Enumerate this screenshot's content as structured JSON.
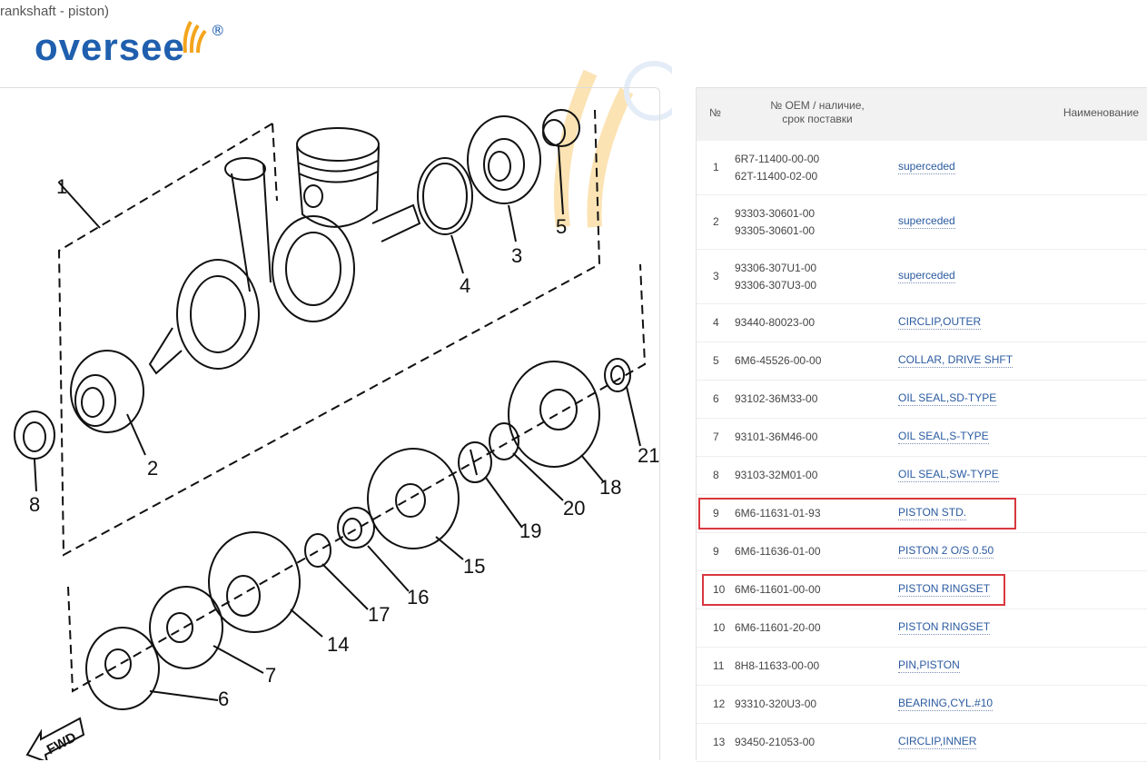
{
  "breadcrumb": "rankshaft - piston)",
  "logo": {
    "text": "oversee",
    "reg": "®"
  },
  "table": {
    "headers": {
      "no": "№",
      "oem": "№ OEM / наличие, срок поставки",
      "name": "Наименование"
    },
    "rows": [
      {
        "no": "1",
        "oem": [
          "6R7-11400-00-00",
          "62T-11400-02-00"
        ],
        "name": "superceded",
        "highlight": false
      },
      {
        "no": "2",
        "oem": [
          "93303-30601-00",
          "93305-30601-00"
        ],
        "name": "superceded",
        "highlight": false
      },
      {
        "no": "3",
        "oem": [
          "93306-307U1-00",
          "93306-307U3-00"
        ],
        "name": "superceded",
        "highlight": false
      },
      {
        "no": "4",
        "oem": [
          "93440-80023-00"
        ],
        "name": "CIRCLIP,OUTER",
        "highlight": false
      },
      {
        "no": "5",
        "oem": [
          "6M6-45526-00-00"
        ],
        "name": "COLLAR, DRIVE SHFT",
        "highlight": false
      },
      {
        "no": "6",
        "oem": [
          "93102-36M33-00"
        ],
        "name": "OIL SEAL,SD-TYPE",
        "highlight": false
      },
      {
        "no": "7",
        "oem": [
          "93101-36M46-00"
        ],
        "name": "OIL SEAL,S-TYPE",
        "highlight": false
      },
      {
        "no": "8",
        "oem": [
          "93103-32M01-00"
        ],
        "name": "OIL SEAL,SW-TYPE",
        "highlight": false
      },
      {
        "no": "9",
        "oem": [
          "6M6-11631-01-93"
        ],
        "name": "PISTON STD.",
        "highlight": true
      },
      {
        "no": "9",
        "oem": [
          "6M6-11636-01-00"
        ],
        "name": "PISTON 2 O/S 0.50",
        "highlight": false
      },
      {
        "no": "10",
        "oem": [
          "6M6-11601-00-00"
        ],
        "name": "PISTON RINGSET",
        "highlight": true
      },
      {
        "no": "10",
        "oem": [
          "6M6-11601-20-00"
        ],
        "name": "PISTON RINGSET",
        "highlight": false
      },
      {
        "no": "11",
        "oem": [
          "8H8-11633-00-00"
        ],
        "name": "PIN,PISTON",
        "highlight": false
      },
      {
        "no": "12",
        "oem": [
          "93310-320U3-00"
        ],
        "name": "BEARING,CYL.#10",
        "highlight": false
      },
      {
        "no": "13",
        "oem": [
          "93450-21053-00"
        ],
        "name": "CIRCLIP,INNER",
        "highlight": false
      }
    ]
  },
  "diagram": {
    "callouts": [
      "1",
      "2",
      "3",
      "4",
      "5",
      "6",
      "7",
      "8",
      "14",
      "15",
      "16",
      "17",
      "18",
      "19",
      "20",
      "21"
    ],
    "fwd_label": "FWD"
  },
  "colors": {
    "brand": "#1f5fae",
    "highlight": "#d9373e",
    "link": "#2a5aa0",
    "header_bg": "#f2f2f2"
  }
}
